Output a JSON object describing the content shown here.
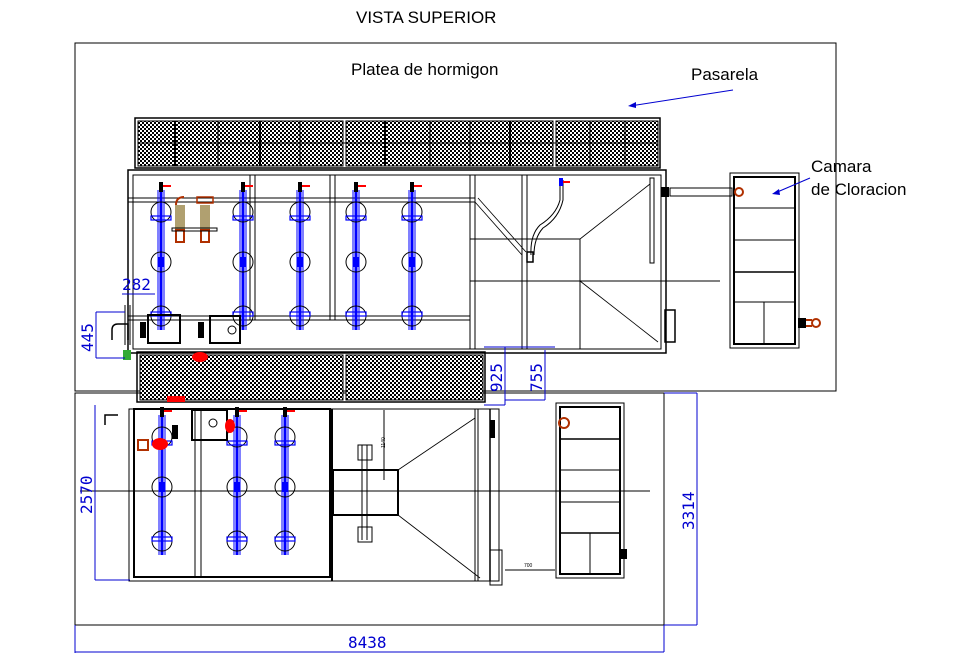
{
  "drawing": {
    "title": "VISTA SUPERIOR",
    "labels": {
      "slab": "Platea de hormigon",
      "walkway": "Pasarela",
      "chlorination_line1": "Camara",
      "chlorination_line2": "de Cloracion"
    },
    "dimensions": {
      "d282": "282",
      "d445": "445",
      "d925": "925",
      "d755": "755",
      "d2570": "2570",
      "d3314": "3314",
      "d8438": "8438",
      "d700": "700",
      "d1140": "1140"
    },
    "colors": {
      "line": "#000000",
      "dimension": "#0000d0",
      "diffuser": "#0000ff",
      "valve": "#ff0000",
      "fitting": "#b03000",
      "pipe_tan": "#b0a070",
      "hatch_bg": "#9a9a9a"
    }
  }
}
